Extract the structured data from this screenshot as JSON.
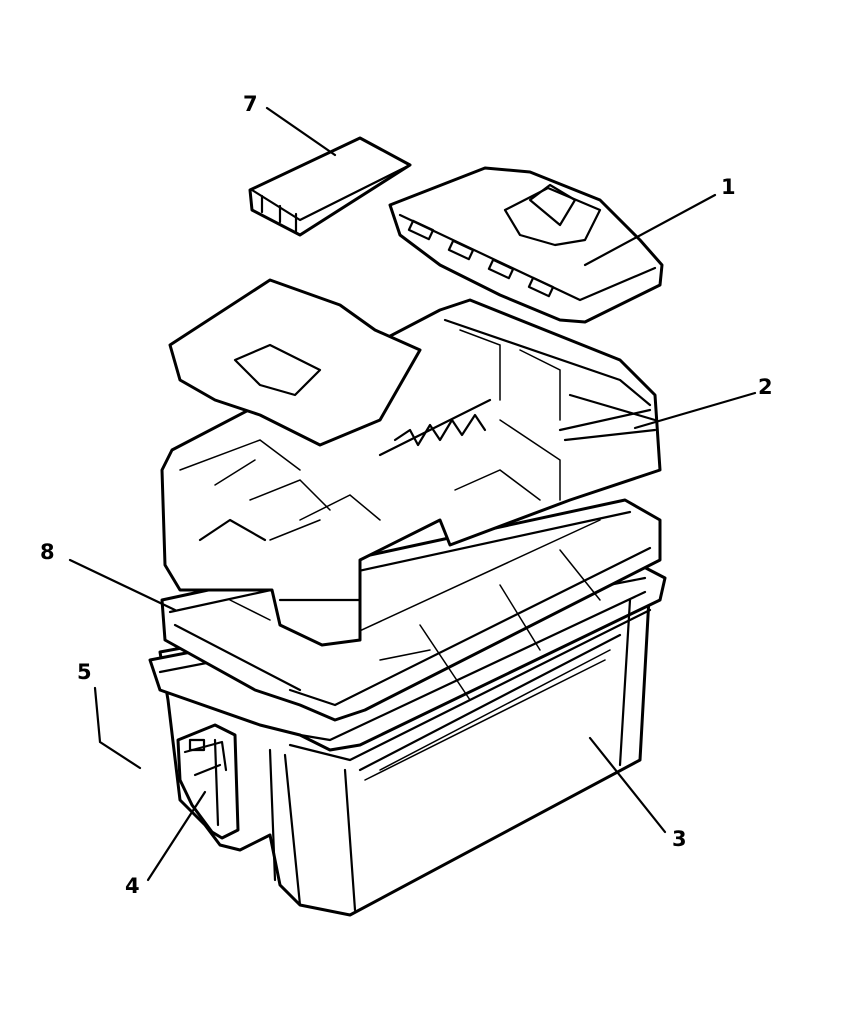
{
  "diagram": {
    "type": "exploded-parts-view",
    "colors": {
      "ink": "#000000",
      "paper": "#ffffff"
    },
    "callouts": [
      {
        "id": "callout-1",
        "label": "1"
      },
      {
        "id": "callout-2",
        "label": "2"
      },
      {
        "id": "callout-3",
        "label": "3"
      },
      {
        "id": "callout-4",
        "label": "4"
      },
      {
        "id": "callout-5",
        "label": "5"
      },
      {
        "id": "callout-7",
        "label": "7"
      },
      {
        "id": "callout-8",
        "label": "8"
      }
    ]
  }
}
